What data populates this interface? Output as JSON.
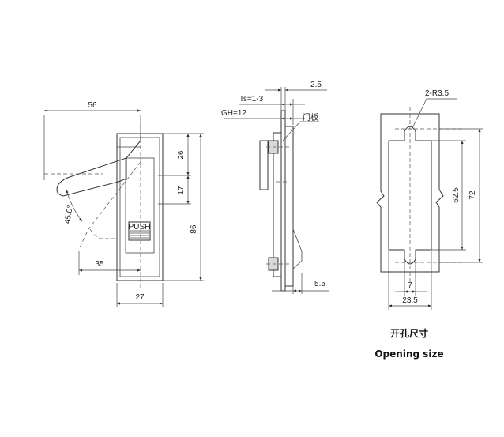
{
  "front_view": {
    "dim_width_top": "56",
    "dim_angle": "45.0°",
    "dim_26": "26",
    "dim_17": "17",
    "dim_86": "86",
    "dim_35": "35",
    "dim_27": "27",
    "push_label": "PUSH"
  },
  "side_view": {
    "dim_2_5": "2.5",
    "dim_ts": "Ts=1-3",
    "dim_gh": "GH=12",
    "door_panel_label": "门板",
    "dim_5_5": "5.5"
  },
  "opening_view": {
    "dim_radius": "2-R3.5",
    "dim_62_5": "62.5",
    "dim_72": "72",
    "dim_7": "7",
    "dim_23_5": "23.5"
  },
  "caption": {
    "chinese": "开孔尺寸",
    "english": "Opening size"
  }
}
